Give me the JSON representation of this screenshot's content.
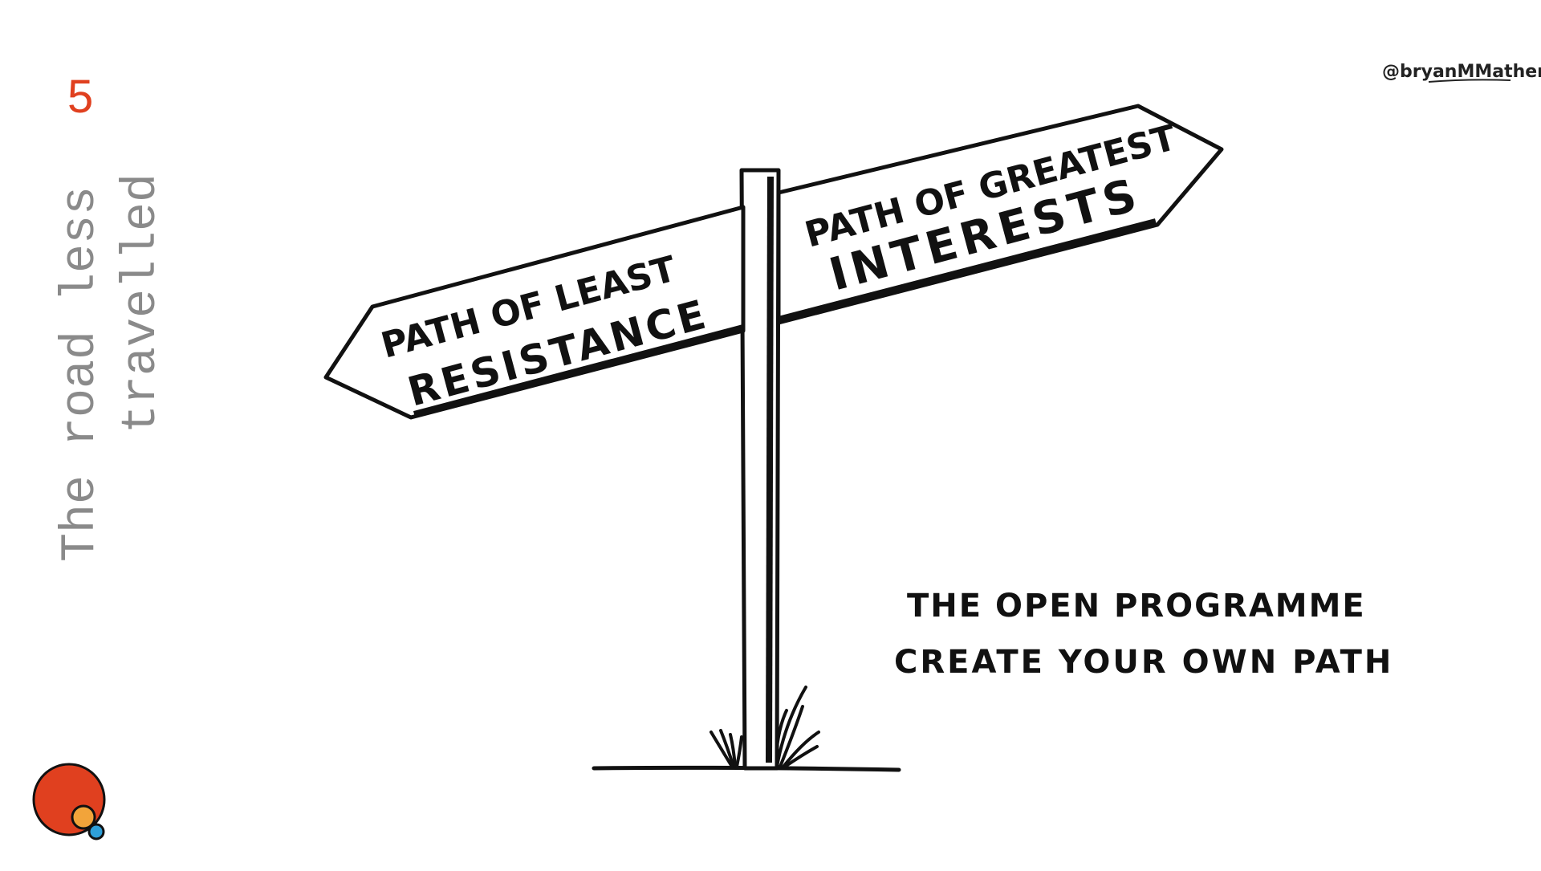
{
  "slide": {
    "number": "5",
    "title_line1": "The road less",
    "title_line2": "travelled"
  },
  "signpost": {
    "left_sign_line1": "PATH OF LEAST",
    "left_sign_line2": "RESISTANCE",
    "right_sign_line1": "PATH OF GREATEST",
    "right_sign_line2": "INTERESTS"
  },
  "caption": {
    "line1": "THE OPEN PROGRAMME",
    "line2": "CREATE YOUR OWN PATH"
  },
  "credit": "@bryanMMathers",
  "logo": {
    "icon": "open-programme-logo",
    "colors": {
      "primary": "#e0401f",
      "secondary": "#f2a43a",
      "accent": "#2e9fd8"
    }
  }
}
